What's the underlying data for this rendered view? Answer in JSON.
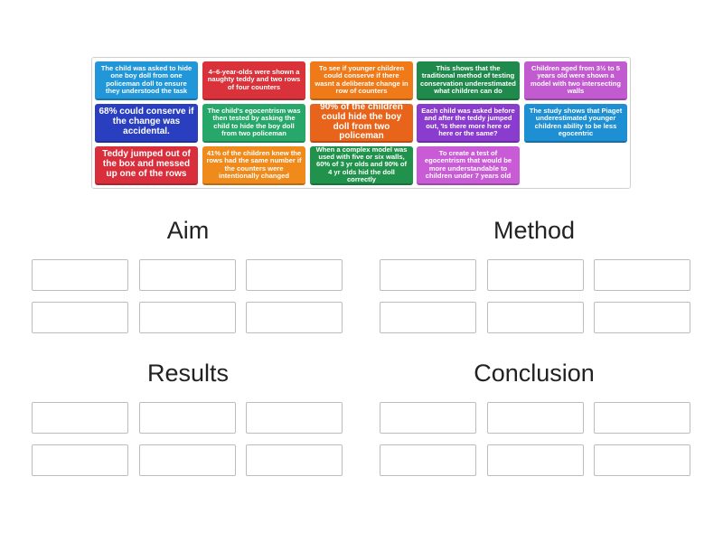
{
  "cards": [
    {
      "text": "The child was asked to hide one boy doll from one policeman doll to ensure they understood the task",
      "color": "#2196d9",
      "size": "small"
    },
    {
      "text": "4–6-year-olds were shown a naughty teddy and two rows of four counters",
      "color": "#d9323a",
      "size": "small"
    },
    {
      "text": "To see if younger children could conserve if there wasnt a deliberate change in row of counters",
      "color": "#f07a18",
      "size": "small"
    },
    {
      "text": "This shows that the traditional method of testing conservation underestimated what children can do",
      "color": "#1f8a4c",
      "size": "small"
    },
    {
      "text": "Children aged from 3½ to 5 years old were shown a model with two intersecting walls",
      "color": "#c25ad0",
      "size": "small"
    },
    {
      "text": "68% could conserve if the change was accidental.",
      "color": "#2a3fc0",
      "size": "big"
    },
    {
      "text": "The child's egocentrism was then tested by asking the child to hide the boy doll from two policeman",
      "color": "#27a86a",
      "size": "small"
    },
    {
      "text": "90% of the children could hide the boy doll from two policeman",
      "color": "#e8641a",
      "size": "big"
    },
    {
      "text": "Each child was asked before and after the teddy jumped out, 'Is there more here or here or the same?",
      "color": "#8a3ccf",
      "size": "small"
    },
    {
      "text": "The study shows that Piaget underestimated younger children ability to be less egocentric",
      "color": "#1e8fd2",
      "size": "small"
    },
    {
      "text": "Teddy jumped out of the box and messed up one of the rows",
      "color": "#d92f3c",
      "size": "big"
    },
    {
      "text": "41% of the children knew the rows had the same number if the counters were intentionally changed",
      "color": "#f08a1a",
      "size": "small"
    },
    {
      "text": "When a complex model was used with five or six walls, 60% of 3 yr olds and 90% of 4 yr olds hid the doll correctly",
      "color": "#21924c",
      "size": "small"
    },
    {
      "text": "To create a test of egocentrism that would be more understandable to children under 7 years old",
      "color": "#c95bd6",
      "size": "small"
    }
  ],
  "groups": [
    {
      "title": "Aim"
    },
    {
      "title": "Method"
    },
    {
      "title": "Results"
    },
    {
      "title": "Conclusion"
    }
  ]
}
